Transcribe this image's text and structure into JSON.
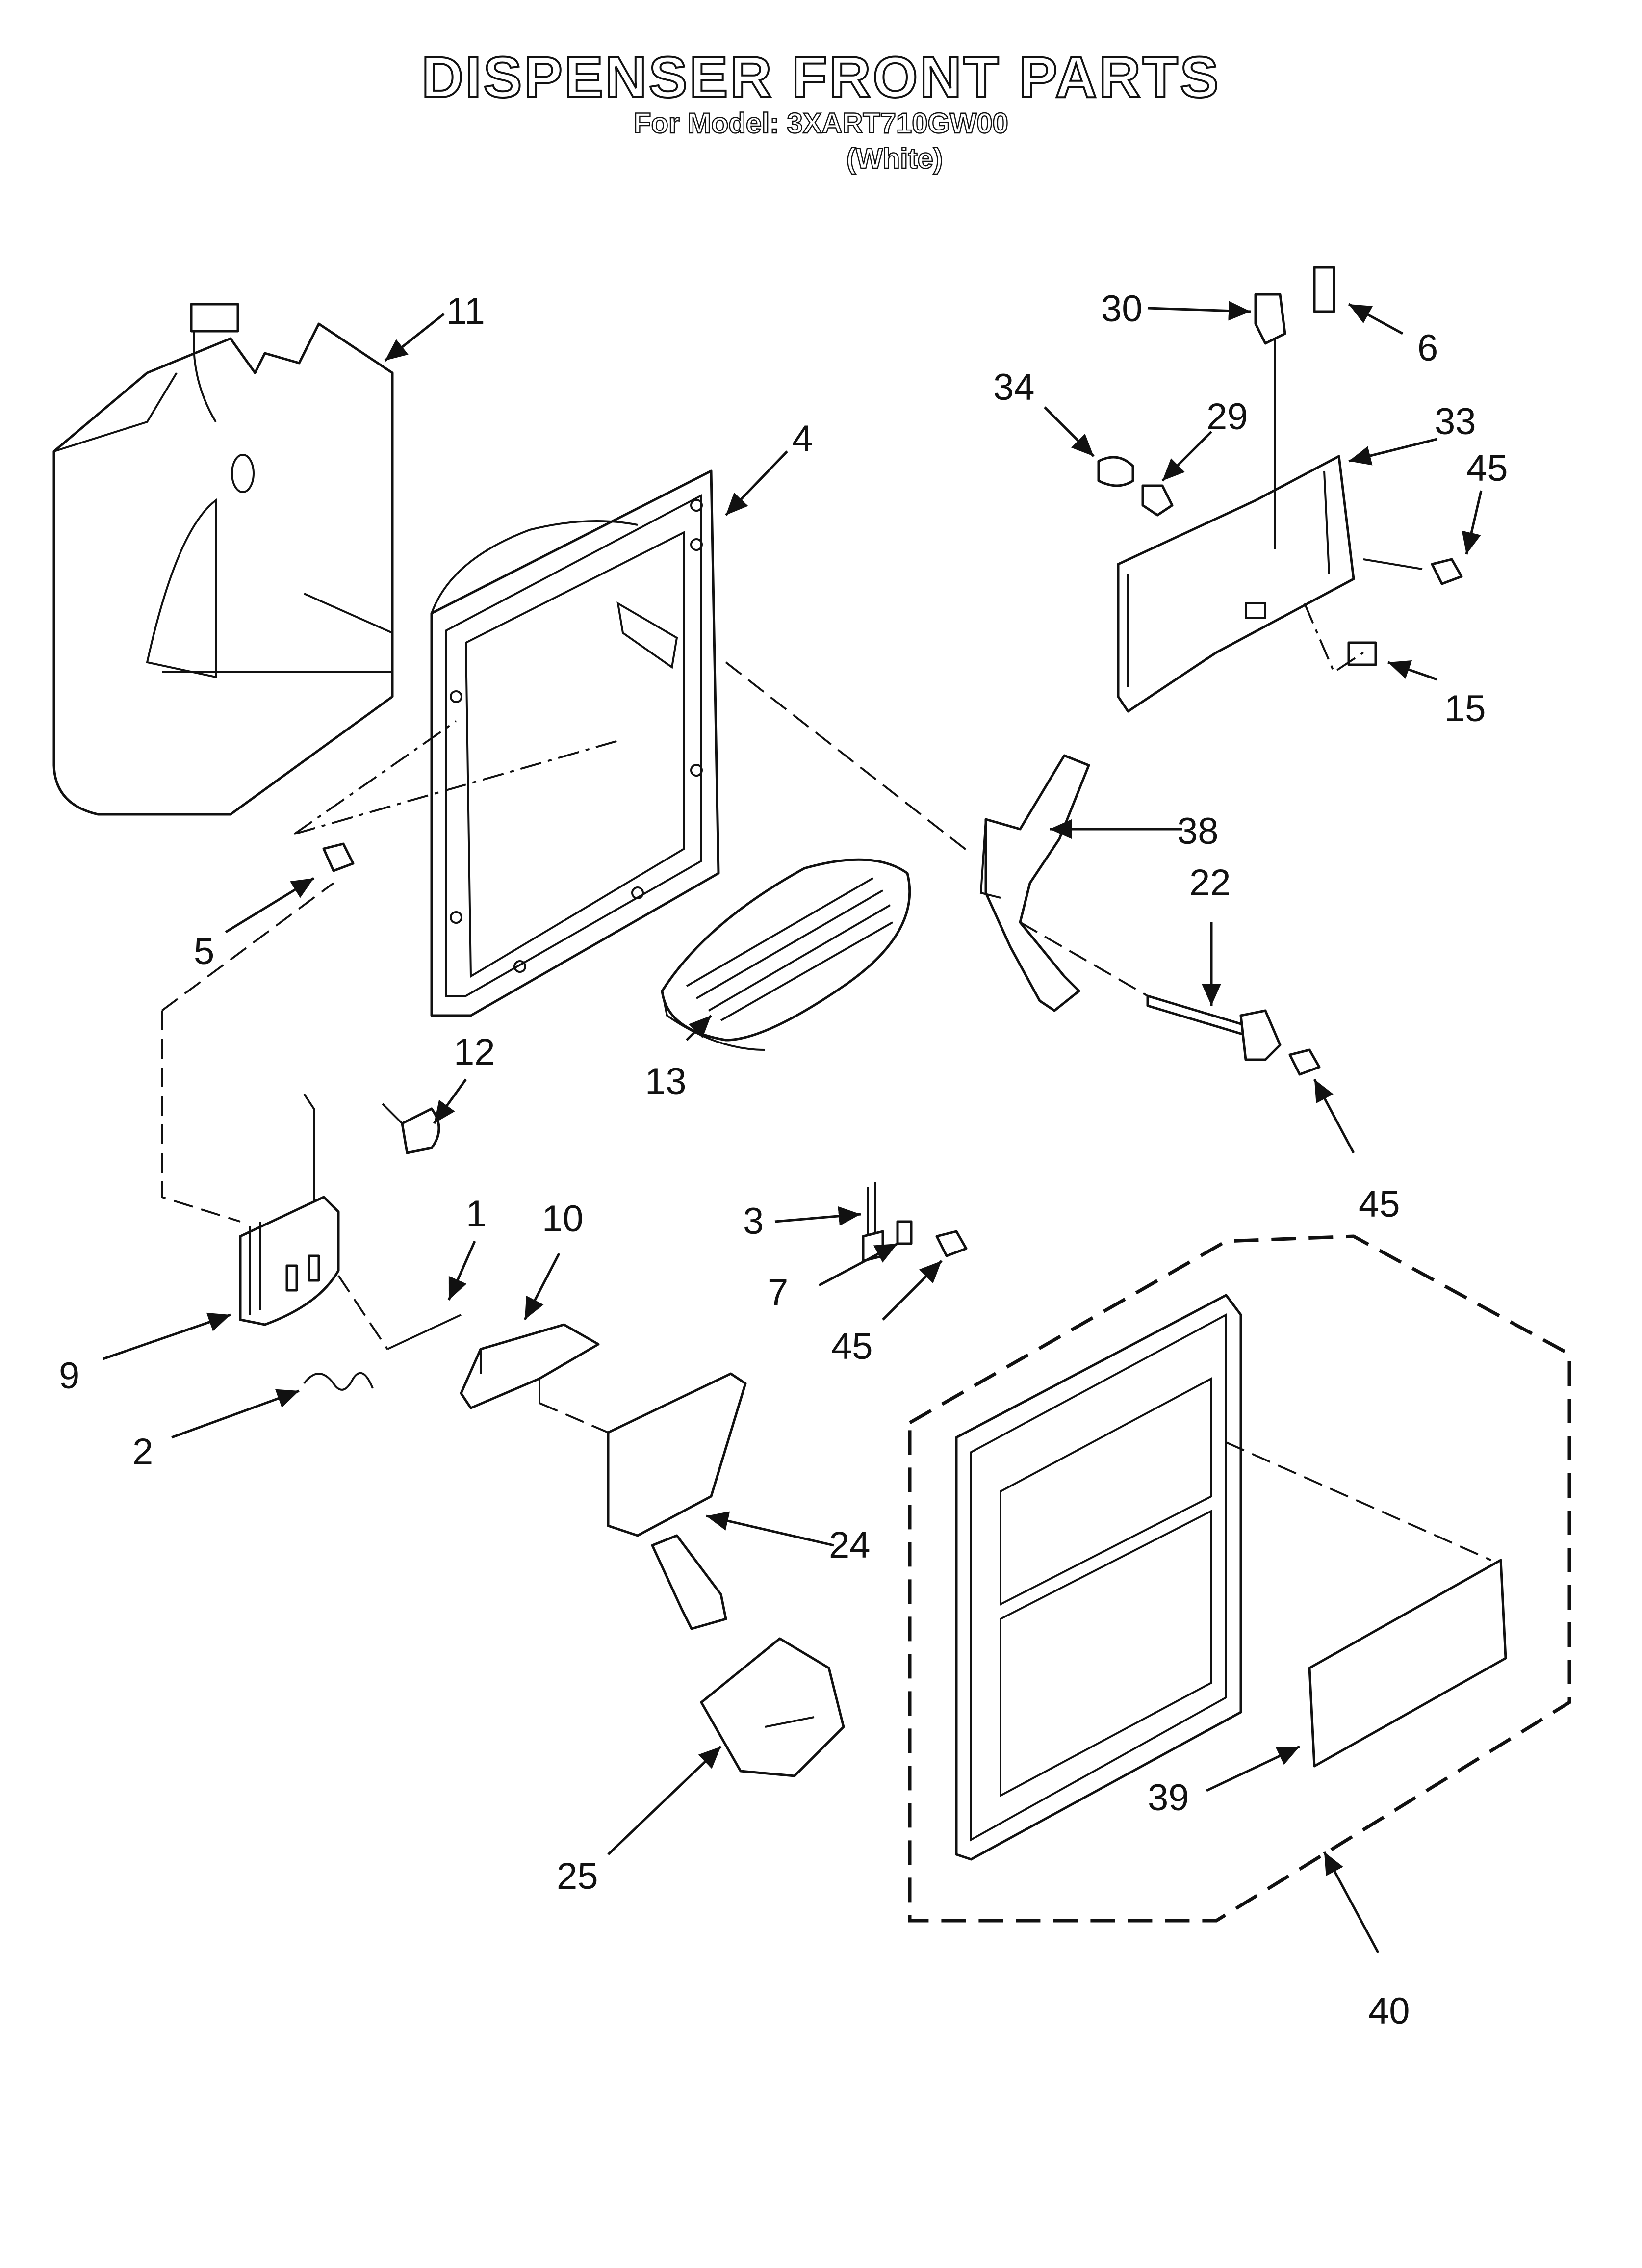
{
  "header": {
    "title": "DISPENSER FRONT PARTS",
    "model_line": "For Model: 3XART710GW00",
    "color_line": "(White)"
  },
  "callouts": {
    "p11": "11",
    "p4": "4",
    "p30": "30",
    "p6": "6",
    "p34": "34",
    "p29": "29",
    "p33": "33",
    "p45a": "45",
    "p15": "15",
    "p38": "38",
    "p22": "22",
    "p5": "5",
    "p12": "12",
    "p13": "13",
    "p45b": "45",
    "p1": "1",
    "p10": "10",
    "p3": "3",
    "p7": "7",
    "p45c": "45",
    "p9": "9",
    "p2": "2",
    "p24": "24",
    "p25": "25",
    "p39": "39",
    "p40": "40"
  }
}
